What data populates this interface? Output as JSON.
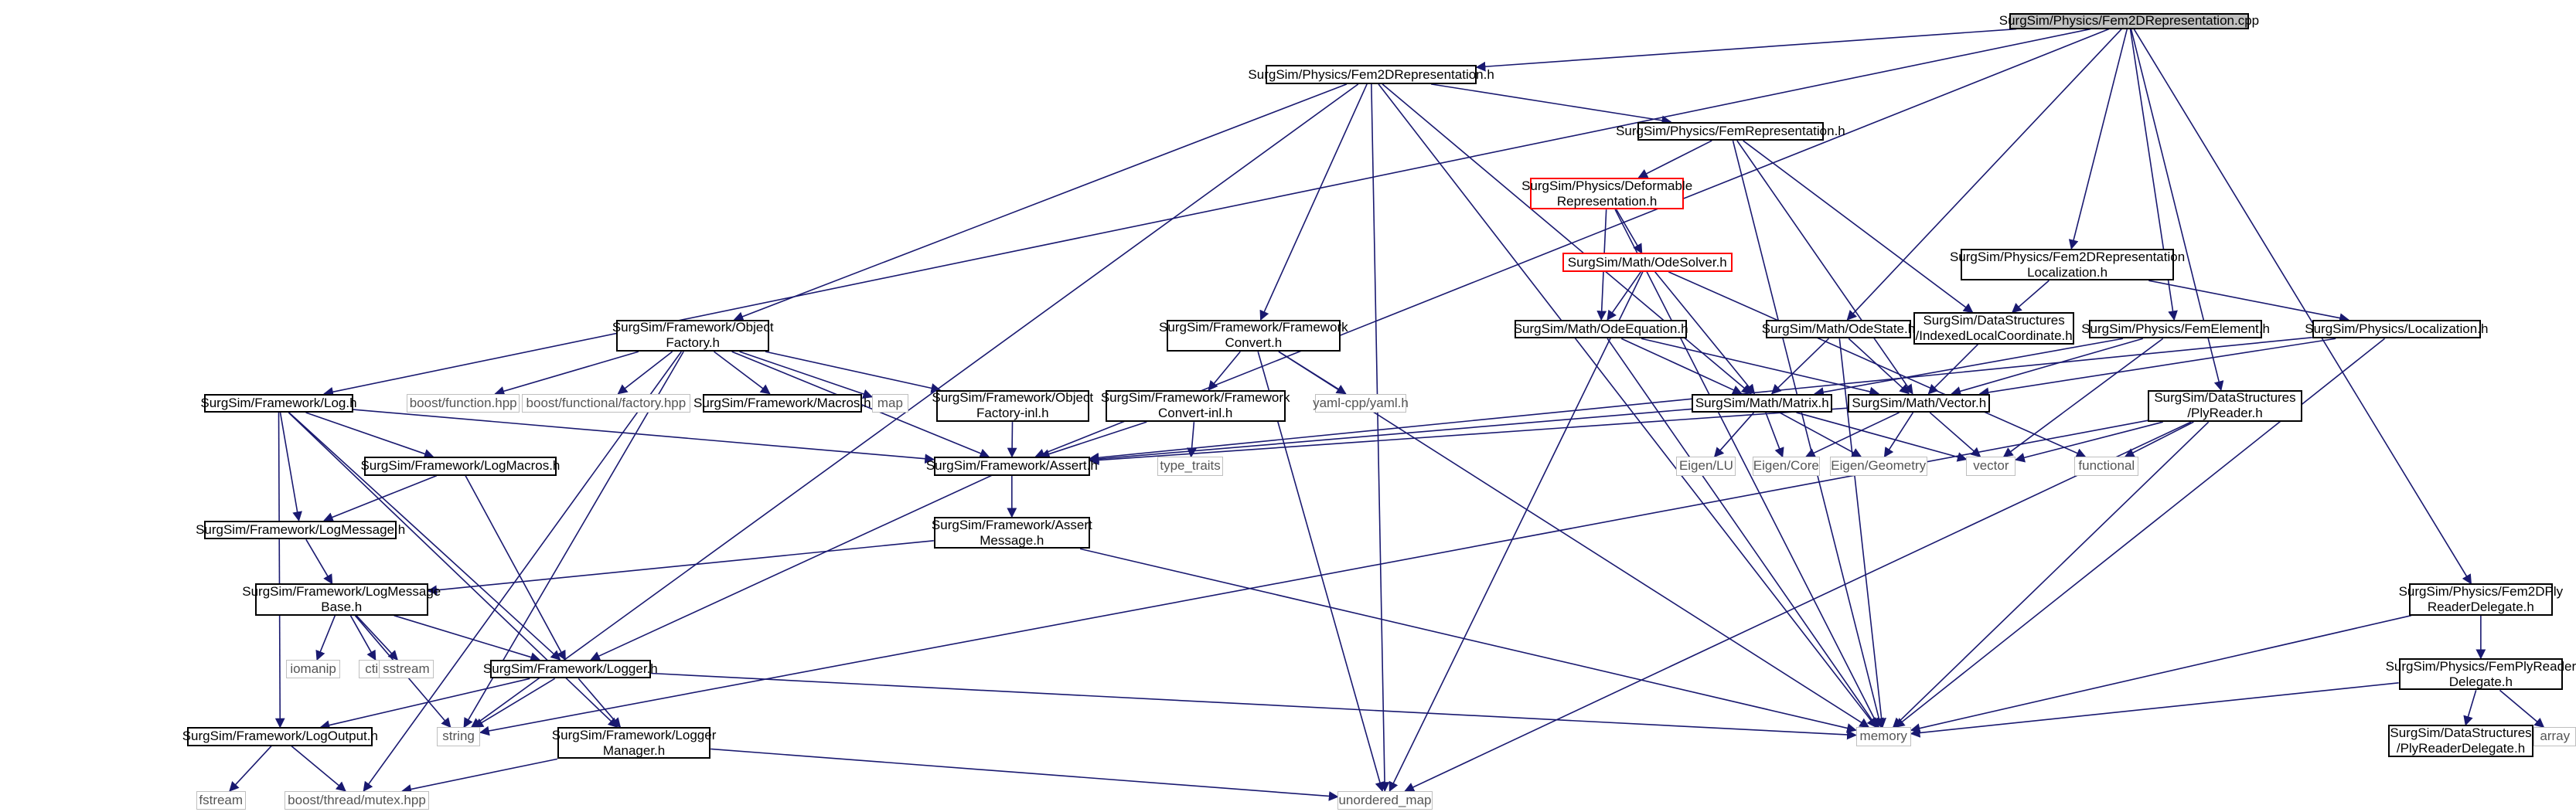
{
  "diagram": {
    "root": "SurgSim/Physics/Fem2DRepresentation.cpp",
    "nodes": [
      {
        "id": "root",
        "label": "SurgSim/Physics/Fem2DRepresentation.cpp",
        "kind": "root"
      },
      {
        "id": "fem2drep_h",
        "label": "SurgSim/Physics/Fem2DRepresentation.h",
        "kind": "project"
      },
      {
        "id": "femrep_h",
        "label": "SurgSim/Physics/FemRepresentation.h",
        "kind": "project"
      },
      {
        "id": "deformable_h",
        "label": "SurgSim/Physics/Deformable\nRepresentation.h",
        "kind": "truncated"
      },
      {
        "id": "odesolver_h",
        "label": "SurgSim/Math/OdeSolver.h",
        "kind": "truncated"
      },
      {
        "id": "odeequation_h",
        "label": "SurgSim/Math/OdeEquation.h",
        "kind": "project"
      },
      {
        "id": "odestate_h",
        "label": "SurgSim/Math/OdeState.h",
        "kind": "project"
      },
      {
        "id": "indexed_h",
        "label": "SurgSim/DataStructures\n/IndexedLocalCoordinate.h",
        "kind": "project"
      },
      {
        "id": "fem2dloc_h",
        "label": "SurgSim/Physics/Fem2DRepresentation\nLocalization.h",
        "kind": "project"
      },
      {
        "id": "localization_h",
        "label": "SurgSim/Physics/Localization.h",
        "kind": "project"
      },
      {
        "id": "femelement_h",
        "label": "SurgSim/Physics/FemElement.h",
        "kind": "project"
      },
      {
        "id": "matrix_h",
        "label": "SurgSim/Math/Matrix.h",
        "kind": "project"
      },
      {
        "id": "vector_h",
        "label": "SurgSim/Math/Vector.h",
        "kind": "project"
      },
      {
        "id": "plyreader_h",
        "label": "SurgSim/DataStructures\n/PlyReader.h",
        "kind": "project"
      },
      {
        "id": "objfactory_h",
        "label": "SurgSim/Framework/Object\nFactory.h",
        "kind": "project"
      },
      {
        "id": "fwconvert_h",
        "label": "SurgSim/Framework/Framework\nConvert.h",
        "kind": "project"
      },
      {
        "id": "fwconvertinl_h",
        "label": "SurgSim/Framework/Framework\nConvert-inl.h",
        "kind": "project"
      },
      {
        "id": "objfactoryinl_h",
        "label": "SurgSim/Framework/Object\nFactory-inl.h",
        "kind": "project"
      },
      {
        "id": "log_h",
        "label": "SurgSim/Framework/Log.h",
        "kind": "project"
      },
      {
        "id": "macros_h",
        "label": "SurgSim/Framework/Macros.h",
        "kind": "project"
      },
      {
        "id": "assert_h",
        "label": "SurgSim/Framework/Assert.h",
        "kind": "project"
      },
      {
        "id": "assertmsg_h",
        "label": "SurgSim/Framework/Assert\nMessage.h",
        "kind": "project"
      },
      {
        "id": "logmacros_h",
        "label": "SurgSim/Framework/LogMacros.h",
        "kind": "project"
      },
      {
        "id": "logmessage_h",
        "label": "SurgSim/Framework/LogMessage.h",
        "kind": "project"
      },
      {
        "id": "logmsgbase_h",
        "label": "SurgSim/Framework/LogMessage\nBase.h",
        "kind": "project"
      },
      {
        "id": "logger_h",
        "label": "SurgSim/Framework/Logger.h",
        "kind": "project"
      },
      {
        "id": "logoutput_h",
        "label": "SurgSim/Framework/LogOutput.h",
        "kind": "project"
      },
      {
        "id": "loggermgr_h",
        "label": "SurgSim/Framework/Logger\nManager.h",
        "kind": "project"
      },
      {
        "id": "fem2dply_h",
        "label": "SurgSim/Physics/Fem2DPly\nReaderDelegate.h",
        "kind": "project"
      },
      {
        "id": "femply_h",
        "label": "SurgSim/Physics/FemPlyReader\nDelegate.h",
        "kind": "project"
      },
      {
        "id": "plydelegate_h",
        "label": "SurgSim/DataStructures\n/PlyReaderDelegate.h",
        "kind": "project"
      },
      {
        "id": "boost_function",
        "label": "boost/function.hpp",
        "kind": "external"
      },
      {
        "id": "boost_factory",
        "label": "boost/functional/factory.hpp",
        "kind": "external"
      },
      {
        "id": "map",
        "label": "map",
        "kind": "external"
      },
      {
        "id": "yaml",
        "label": "yaml-cpp/yaml.h",
        "kind": "external"
      },
      {
        "id": "type_traits",
        "label": "type_traits",
        "kind": "external"
      },
      {
        "id": "eigen_lu",
        "label": "Eigen/LU",
        "kind": "external"
      },
      {
        "id": "eigen_core",
        "label": "Eigen/Core",
        "kind": "external"
      },
      {
        "id": "eigen_geometry",
        "label": "Eigen/Geometry",
        "kind": "external"
      },
      {
        "id": "vector",
        "label": "vector",
        "kind": "external"
      },
      {
        "id": "functional",
        "label": "functional",
        "kind": "external"
      },
      {
        "id": "iomanip",
        "label": "iomanip",
        "kind": "external"
      },
      {
        "id": "ctime",
        "label": "ctime",
        "kind": "external"
      },
      {
        "id": "sstream",
        "label": "sstream",
        "kind": "external"
      },
      {
        "id": "string",
        "label": "string",
        "kind": "external"
      },
      {
        "id": "memory",
        "label": "memory",
        "kind": "external"
      },
      {
        "id": "fstream",
        "label": "fstream",
        "kind": "external"
      },
      {
        "id": "mutex",
        "label": "boost/thread/mutex.hpp",
        "kind": "external"
      },
      {
        "id": "unordered_map",
        "label": "unordered_map",
        "kind": "external"
      },
      {
        "id": "array",
        "label": "array",
        "kind": "external"
      }
    ],
    "edges": [
      [
        "root",
        "fem2drep_h"
      ],
      [
        "root",
        "log_h"
      ],
      [
        "root",
        "assert_h"
      ],
      [
        "root",
        "odestate_h"
      ],
      [
        "root",
        "fem2dloc_h"
      ],
      [
        "root",
        "femelement_h"
      ],
      [
        "root",
        "plyreader_h"
      ],
      [
        "root",
        "fem2dply_h"
      ],
      [
        "fem2drep_h",
        "femrep_h"
      ],
      [
        "fem2drep_h",
        "objfactory_h"
      ],
      [
        "fem2drep_h",
        "fwconvert_h"
      ],
      [
        "fem2drep_h",
        "matrix_h"
      ],
      [
        "fem2drep_h",
        "memory"
      ],
      [
        "fem2drep_h",
        "string"
      ],
      [
        "fem2drep_h",
        "unordered_map"
      ],
      [
        "femrep_h",
        "deformable_h"
      ],
      [
        "femrep_h",
        "indexed_h"
      ],
      [
        "femrep_h",
        "vector_h"
      ],
      [
        "femrep_h",
        "memory"
      ],
      [
        "deformable_h",
        "odesolver_h"
      ],
      [
        "deformable_h",
        "odeequation_h"
      ],
      [
        "deformable_h",
        "memory"
      ],
      [
        "odesolver_h",
        "odeequation_h"
      ],
      [
        "odesolver_h",
        "matrix_h"
      ],
      [
        "odesolver_h",
        "functional"
      ],
      [
        "odesolver_h",
        "unordered_map"
      ],
      [
        "odeequation_h",
        "matrix_h"
      ],
      [
        "odeequation_h",
        "vector_h"
      ],
      [
        "odeequation_h",
        "memory"
      ],
      [
        "odestate_h",
        "matrix_h"
      ],
      [
        "odestate_h",
        "vector_h"
      ],
      [
        "odestate_h",
        "memory"
      ],
      [
        "indexed_h",
        "vector_h"
      ],
      [
        "fem2dloc_h",
        "indexed_h"
      ],
      [
        "fem2dloc_h",
        "localization_h"
      ],
      [
        "localization_h",
        "vector_h"
      ],
      [
        "localization_h",
        "assert_h"
      ],
      [
        "localization_h",
        "memory"
      ],
      [
        "femelement_h",
        "matrix_h"
      ],
      [
        "femelement_h",
        "vector_h"
      ],
      [
        "femelement_h",
        "vector"
      ],
      [
        "matrix_h",
        "eigen_lu"
      ],
      [
        "matrix_h",
        "eigen_core"
      ],
      [
        "matrix_h",
        "eigen_geometry"
      ],
      [
        "matrix_h",
        "vector"
      ],
      [
        "matrix_h",
        "assert_h"
      ],
      [
        "vector_h",
        "eigen_core"
      ],
      [
        "vector_h",
        "eigen_geometry"
      ],
      [
        "vector_h",
        "vector"
      ],
      [
        "vector_h",
        "assert_h"
      ],
      [
        "plyreader_h",
        "vector"
      ],
      [
        "plyreader_h",
        "functional"
      ],
      [
        "plyreader_h",
        "string"
      ],
      [
        "plyreader_h",
        "memory"
      ],
      [
        "plyreader_h",
        "unordered_map"
      ],
      [
        "objfactory_h",
        "boost_function"
      ],
      [
        "objfactory_h",
        "boost_factory"
      ],
      [
        "objfactory_h",
        "macros_h"
      ],
      [
        "objfactory_h",
        "map"
      ],
      [
        "objfactory_h",
        "objfactoryinl_h"
      ],
      [
        "objfactory_h",
        "assert_h"
      ],
      [
        "objfactory_h",
        "string"
      ],
      [
        "objfactory_h",
        "mutex"
      ],
      [
        "objfactoryinl_h",
        "assert_h"
      ],
      [
        "fwconvert_h",
        "fwconvertinl_h"
      ],
      [
        "fwconvert_h",
        "yaml"
      ],
      [
        "fwconvert_h",
        "memory"
      ],
      [
        "fwconvert_h",
        "unordered_map"
      ],
      [
        "fwconvertinl_h",
        "assert_h"
      ],
      [
        "fwconvertinl_h",
        "type_traits"
      ],
      [
        "log_h",
        "logmacros_h"
      ],
      [
        "log_h",
        "logmessage_h"
      ],
      [
        "log_h",
        "logger_h"
      ],
      [
        "log_h",
        "loggermgr_h"
      ],
      [
        "log_h",
        "logoutput_h"
      ],
      [
        "log_h",
        "assert_h"
      ],
      [
        "assert_h",
        "assertmsg_h"
      ],
      [
        "assert_h",
        "logger_h"
      ],
      [
        "assertmsg_h",
        "logmsgbase_h"
      ],
      [
        "assertmsg_h",
        "memory"
      ],
      [
        "logmacros_h",
        "logmessage_h"
      ],
      [
        "logmacros_h",
        "logger_h"
      ],
      [
        "logmessage_h",
        "logmsgbase_h"
      ],
      [
        "logmsgbase_h",
        "iomanip"
      ],
      [
        "logmsgbase_h",
        "ctime"
      ],
      [
        "logmsgbase_h",
        "sstream"
      ],
      [
        "logmsgbase_h",
        "logger_h"
      ],
      [
        "logmsgbase_h",
        "string"
      ],
      [
        "logger_h",
        "logoutput_h"
      ],
      [
        "logger_h",
        "loggermgr_h"
      ],
      [
        "logger_h",
        "string"
      ],
      [
        "logger_h",
        "memory"
      ],
      [
        "logoutput_h",
        "fstream"
      ],
      [
        "logoutput_h",
        "mutex"
      ],
      [
        "loggermgr_h",
        "mutex"
      ],
      [
        "loggermgr_h",
        "unordered_map"
      ],
      [
        "fem2dply_h",
        "femply_h"
      ],
      [
        "fem2dply_h",
        "memory"
      ],
      [
        "femply_h",
        "plydelegate_h"
      ],
      [
        "femply_h",
        "array"
      ],
      [
        "femply_h",
        "memory"
      ]
    ]
  }
}
